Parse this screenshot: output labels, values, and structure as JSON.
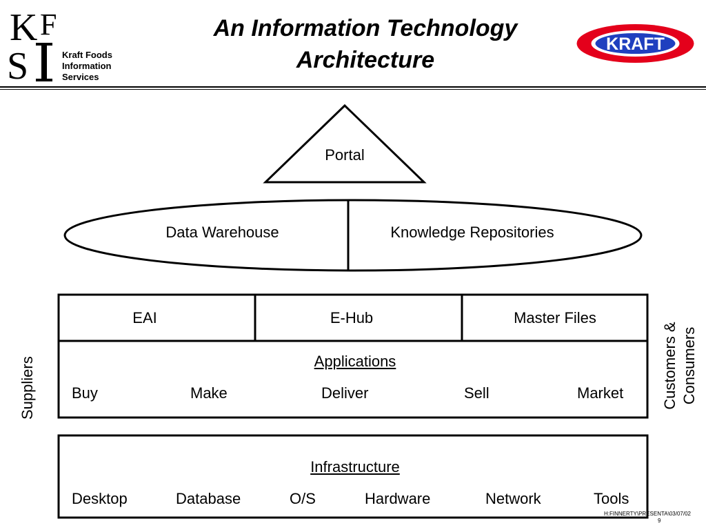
{
  "header": {
    "title_line1": "An Information Technology",
    "title_line2": "Architecture",
    "org": {
      "logo_letters": "KFIS",
      "line1": "Kraft Foods",
      "line2": "Information",
      "line3": "Services"
    },
    "brand": {
      "name": "KRAFT",
      "colors": {
        "outer": "#e4001b",
        "inner": "#1f3fbf",
        "text": "#ffffff"
      }
    }
  },
  "diagram": {
    "portal": "Portal",
    "repositories": [
      "Data Warehouse",
      "Knowledge Repositories"
    ],
    "integration": [
      "EAI",
      "E-Hub",
      "Master Files"
    ],
    "applications": {
      "title": "Applications",
      "items": [
        "Buy",
        "Make",
        "Deliver",
        "Sell",
        "Market"
      ]
    },
    "infrastructure": {
      "title": "Infrastructure",
      "items": [
        "Desktop",
        "Database",
        "O/S",
        "Hardware",
        "Network",
        "Tools"
      ]
    },
    "side_left": "Suppliers",
    "side_right_line1": "Customers &",
    "side_right_line2": "Consumers"
  },
  "footer": {
    "path_line1": "H:FINNERTY\\PRESENTA\\03/07/02",
    "path_line2": "9"
  }
}
